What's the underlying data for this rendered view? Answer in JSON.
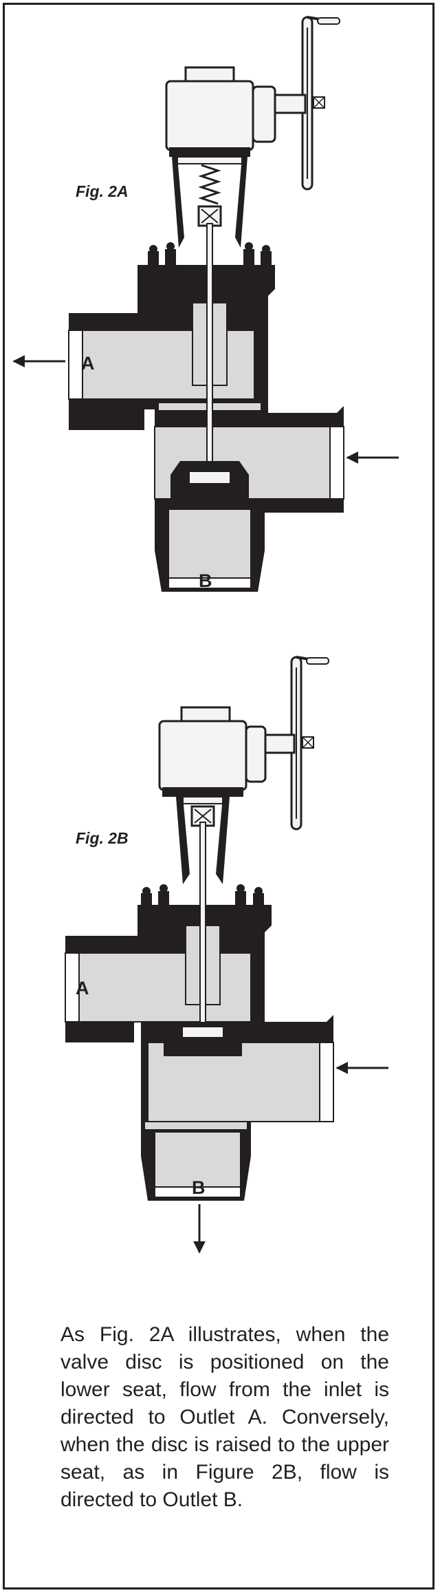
{
  "figures": {
    "fig_2a": {
      "label": "Fig. 2A",
      "outlet_a": "A",
      "outlet_b": "B"
    },
    "fig_2b": {
      "label": "Fig. 2B",
      "outlet_a": "A",
      "outlet_b": "B"
    }
  },
  "caption": "As Fig. 2A illustrates, when the valve disc is positioned on the lower seat, flow from the inlet is directed to Outlet A. Conversely, when the disc is raised to the upper seat, as in Figure 2B, flow is directed to Outlet B.",
  "colors": {
    "ink": "#231f20",
    "flow_fill": "#d9d9d9",
    "actuator_fill": "#f4f4f4",
    "background": "#ffffff"
  }
}
